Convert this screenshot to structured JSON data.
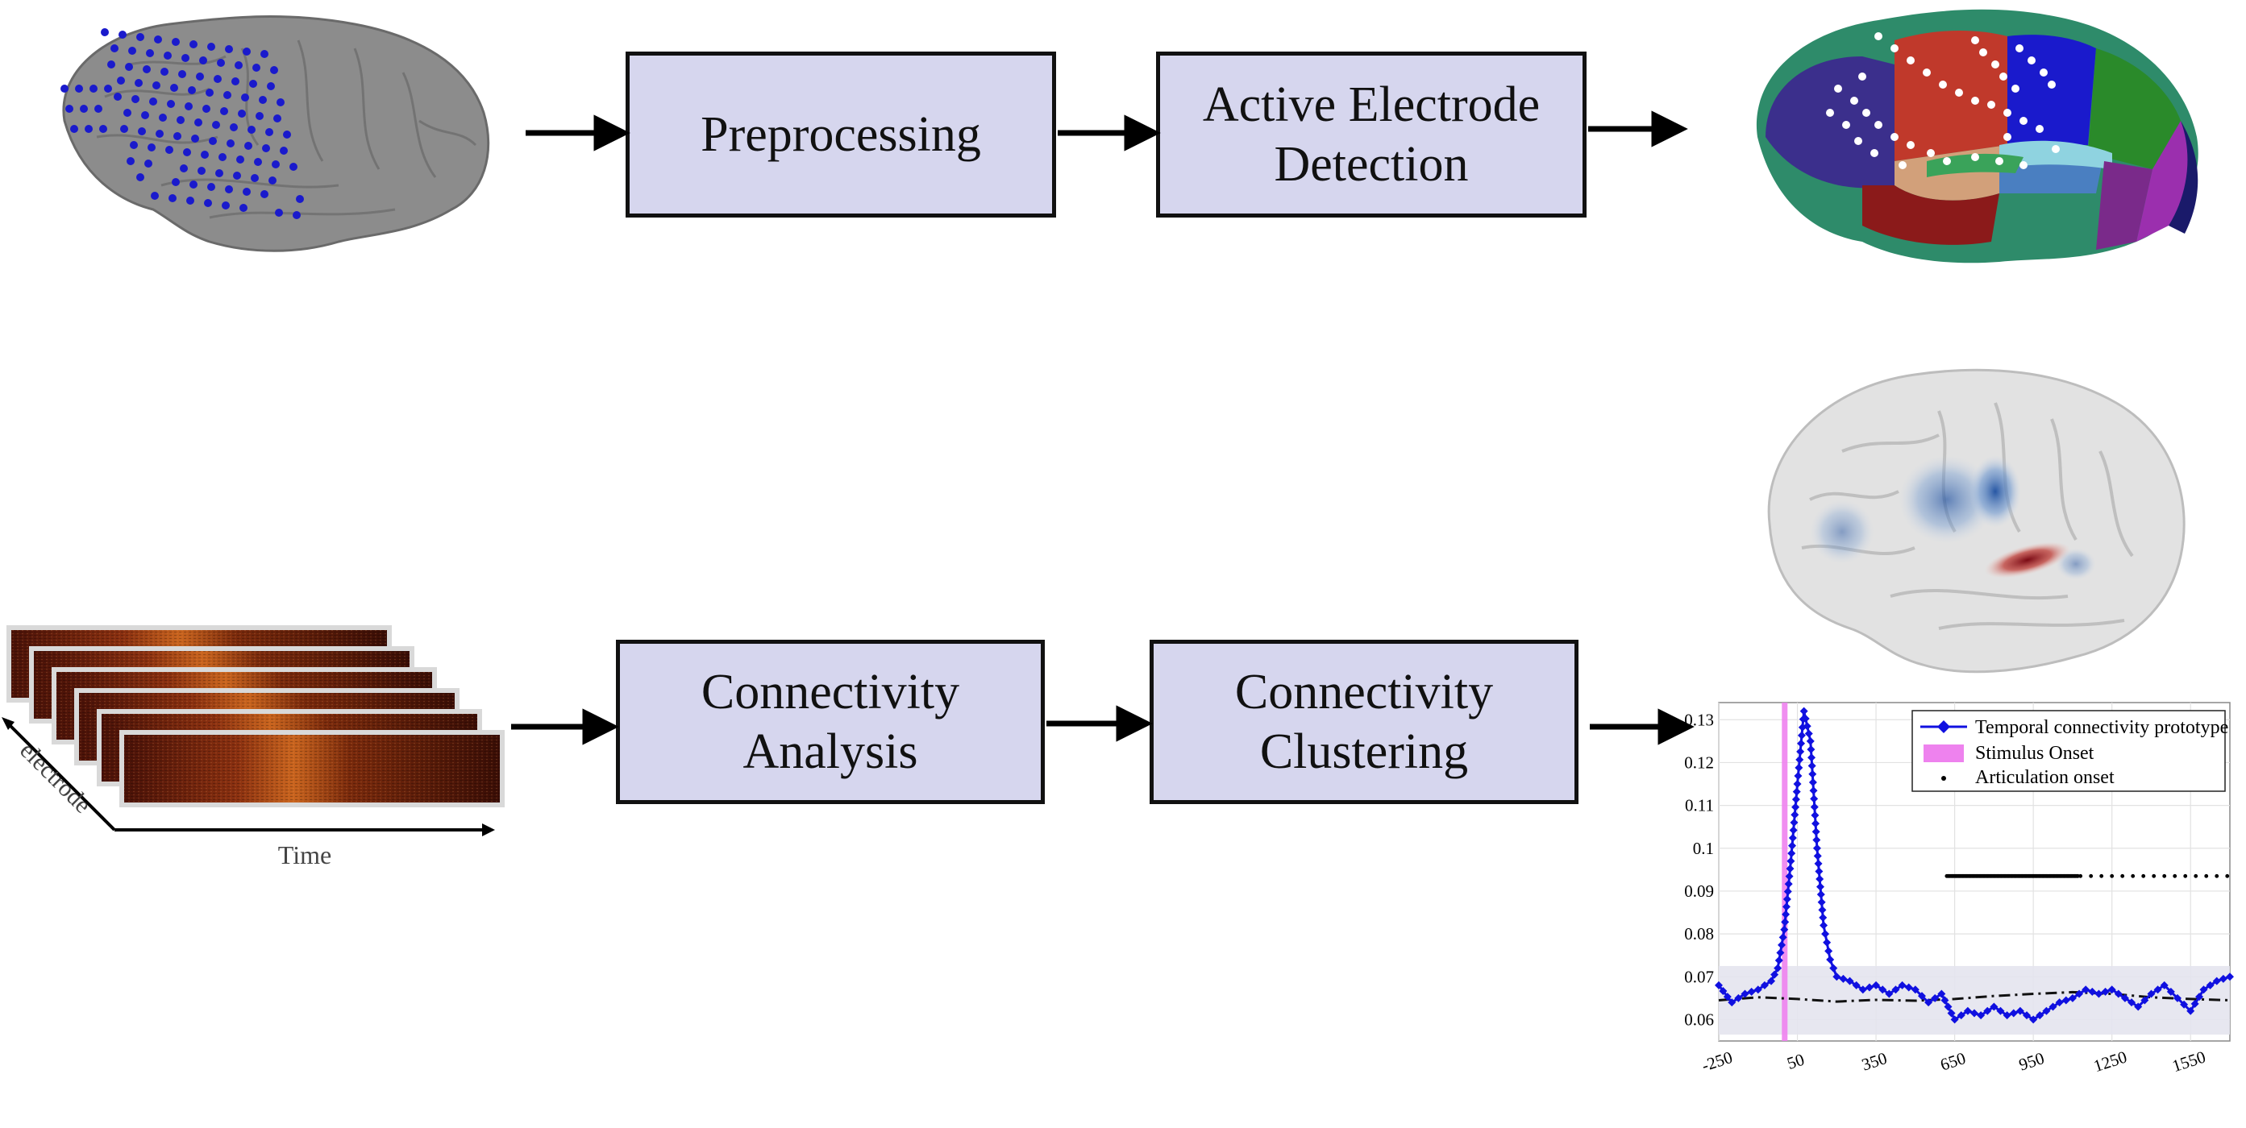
{
  "pipeline": {
    "top_row": [
      {
        "line1": "Preprocessing",
        "line2": ""
      },
      {
        "line1": "Active Electrode",
        "line2": "Detection"
      }
    ],
    "bottom_row": [
      {
        "line1": "Connectivity",
        "line2": "Analysis"
      },
      {
        "line1": "Connectivity",
        "line2": "Clustering"
      }
    ]
  },
  "spectrogram_stack": {
    "axis_x_label": "Time",
    "axis_y_label": "electrode",
    "count": 6
  },
  "brain_colors": {
    "grey": "#8c8c8c",
    "electrode_blue": "#1a1acc",
    "parcel_palette": [
      "#2e8b6a",
      "#3b2f8c",
      "#c0392b",
      "#2a8a2a",
      "#9b2fae",
      "#1a1a6a",
      "#d2a07a",
      "#4a7fc1",
      "#8b1a1a",
      "#8fd3e0",
      "#3aa35a"
    ]
  },
  "chart_data": {
    "type": "line",
    "title": "",
    "xlabel": "",
    "ylabel": "",
    "xlim": [
      -250,
      1700
    ],
    "ylim": [
      0.055,
      0.134
    ],
    "x_ticks": [
      "-250",
      "50",
      "350",
      "650",
      "950",
      "1250",
      "1550"
    ],
    "y_ticks": [
      "0.06",
      "0.07",
      "0.08",
      "0.09",
      "0.1",
      "0.11",
      "0.12",
      "0.13"
    ],
    "legend": [
      {
        "label": "Temporal connectivity prototype",
        "color": "#1010e0",
        "style": "line-diamond"
      },
      {
        "label": "Stimulus Onset",
        "color": "#ee82ee",
        "style": "patch"
      },
      {
        "label": "Articulation onset",
        "color": "#000000",
        "style": "dot"
      }
    ],
    "legend_position": "top-right",
    "grid": true,
    "stimulus_onset_x": 0,
    "band": {
      "lower": 0.0565,
      "upper": 0.0725,
      "color": "#e4e4ee"
    },
    "series": [
      {
        "name": "Temporal connectivity prototype",
        "x": [
          -250,
          -200,
          -150,
          -100,
          -50,
          -25,
          0,
          25,
          50,
          75,
          100,
          125,
          150,
          175,
          200,
          250,
          300,
          350,
          400,
          450,
          500,
          550,
          600,
          650,
          700,
          750,
          800,
          850,
          900,
          950,
          1000,
          1050,
          1100,
          1150,
          1200,
          1250,
          1300,
          1350,
          1400,
          1450,
          1500,
          1550,
          1600,
          1650,
          1700
        ],
        "y": [
          0.068,
          0.064,
          0.066,
          0.067,
          0.069,
          0.072,
          0.081,
          0.097,
          0.115,
          0.132,
          0.125,
          0.1,
          0.082,
          0.074,
          0.07,
          0.069,
          0.067,
          0.068,
          0.066,
          0.068,
          0.067,
          0.064,
          0.066,
          0.06,
          0.062,
          0.061,
          0.063,
          0.061,
          0.062,
          0.06,
          0.062,
          0.064,
          0.065,
          0.067,
          0.066,
          0.067,
          0.065,
          0.063,
          0.066,
          0.068,
          0.065,
          0.062,
          0.067,
          0.069,
          0.07
        ]
      },
      {
        "name": "",
        "style": "dash-dot",
        "x": [
          -250,
          -100,
          50,
          200,
          350,
          500,
          650,
          800,
          950,
          1100,
          1250,
          1400,
          1550,
          1700
        ],
        "y": [
          0.0645,
          0.0652,
          0.0648,
          0.0642,
          0.0646,
          0.0644,
          0.0648,
          0.0655,
          0.066,
          0.0664,
          0.066,
          0.0652,
          0.0648,
          0.0645
        ]
      },
      {
        "name": "Articulation onset",
        "style": "dots",
        "y": 0.0935,
        "x_range": [
          620,
          1700
        ]
      }
    ]
  }
}
